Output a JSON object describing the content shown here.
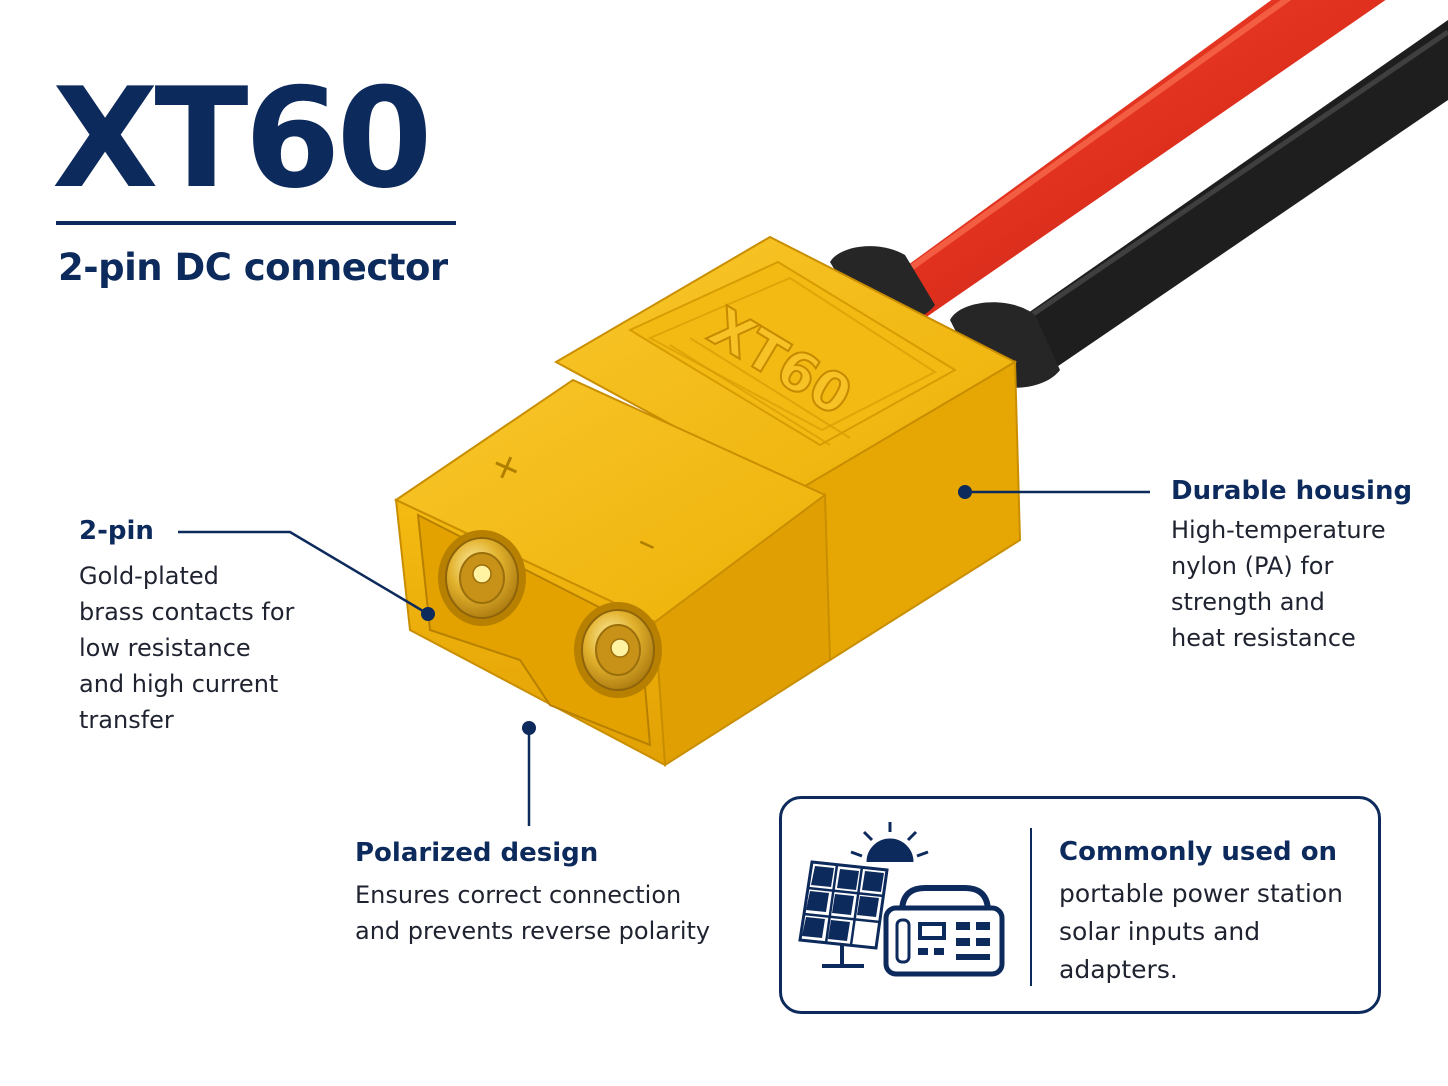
{
  "header": {
    "title": "XT60",
    "subtitle": "2-pin DC connector"
  },
  "connector": {
    "embossed_text": "XT60",
    "plus_symbol": "+",
    "minus_symbol": "–"
  },
  "callouts": {
    "pins": {
      "heading": "2-pin",
      "lines": [
        "Gold-plated",
        "brass contacts for",
        "low resistance",
        "and high current",
        "transfer"
      ]
    },
    "housing": {
      "heading": "Durable housing",
      "lines": [
        "High-temperature",
        "nylon (PA) for",
        "strength and",
        "heat resistance"
      ]
    },
    "polarized": {
      "heading": "Polarized design",
      "lines": [
        "Ensures correct connection",
        "and prevents reverse polarity"
      ]
    }
  },
  "usage_box": {
    "heading": "Commonly used on",
    "lines": [
      "portable power station",
      "solar inputs and",
      "adapters."
    ],
    "icons": [
      "solar-panel-icon",
      "sun-icon",
      "power-station-icon"
    ]
  },
  "colors": {
    "navy": "#0d2a5c",
    "housing_yellow": "#f2b705",
    "housing_shadow": "#d99a00",
    "wire_red": "#e0301e",
    "wire_black": "#1e1e1e",
    "gold_contact": "#d9a521"
  }
}
